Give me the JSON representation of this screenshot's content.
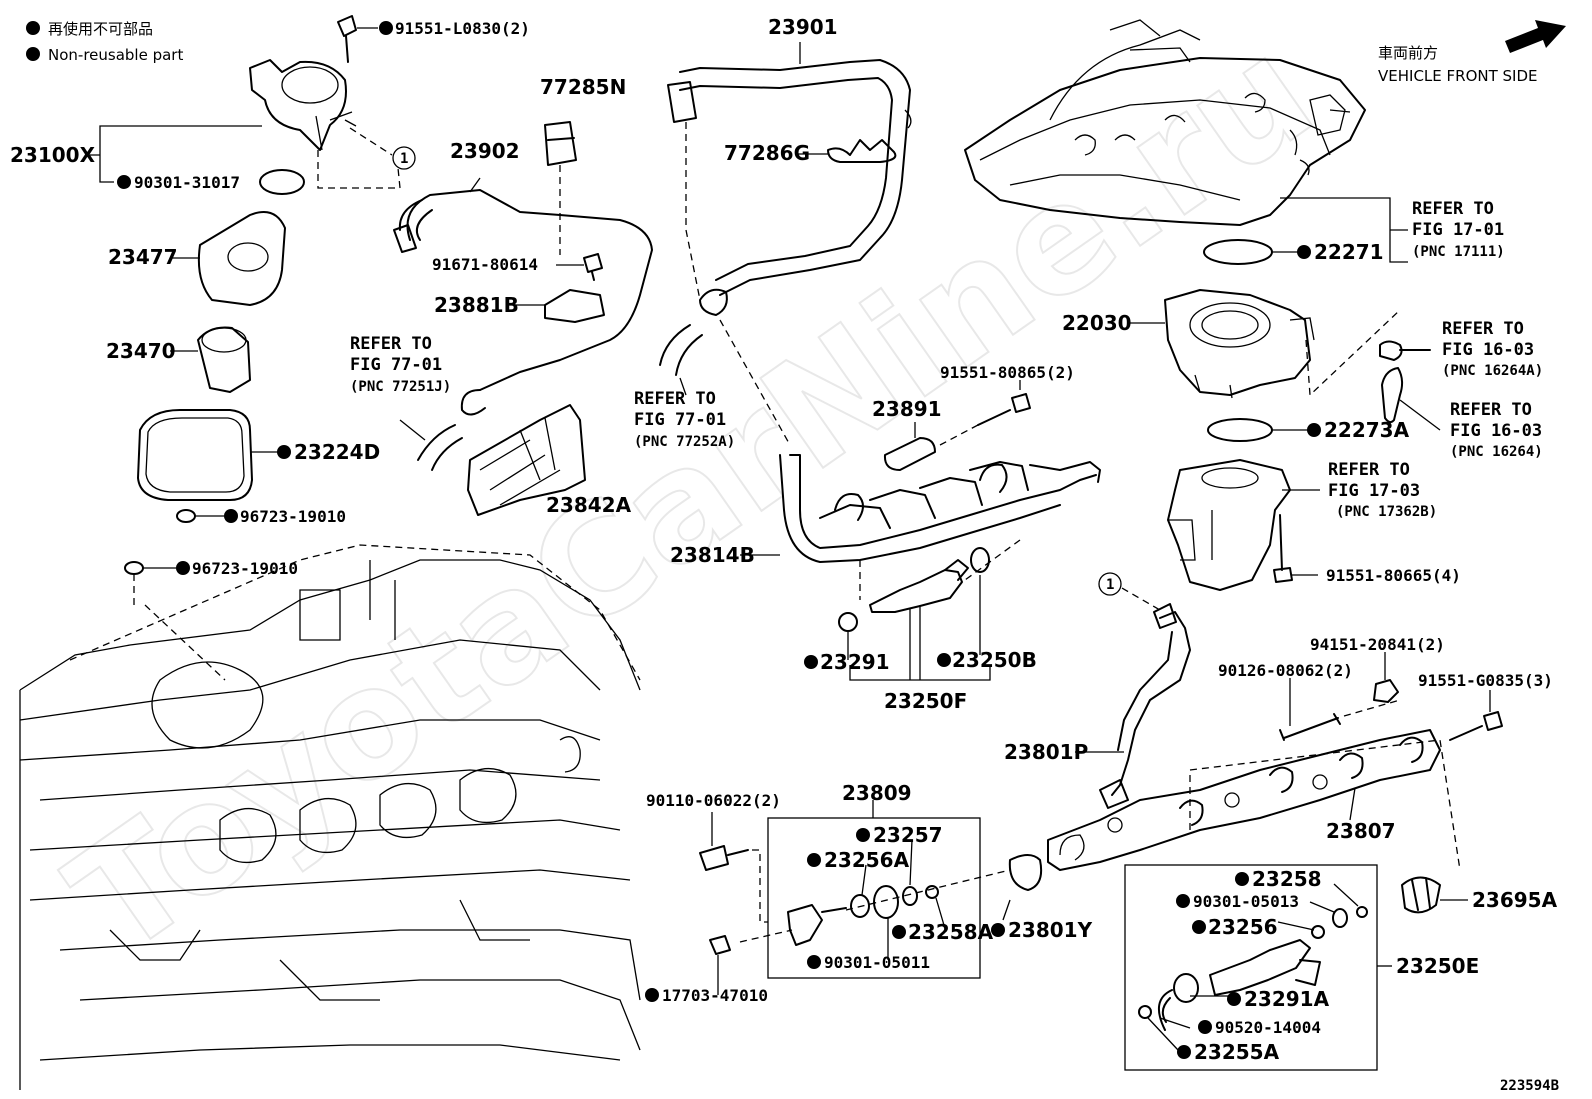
{
  "legend": {
    "items": [
      {
        "text": "再使用不可部品"
      },
      {
        "text": "Non-reusable part"
      }
    ]
  },
  "direction": {
    "jp": "車両前方",
    "en": "VEHICLE FRONT SIDE"
  },
  "watermark": "ToyotaCarNine.ru",
  "illustration_id": "223594B",
  "callouts": {
    "c1a": "1",
    "c1b": "1"
  },
  "parts": {
    "p_91551_L0830": "91551-L0830(2)",
    "p_23100X": "23100X",
    "p_90301_31017": "90301-31017",
    "p_23477": "23477",
    "p_23470": "23470",
    "p_23224D": "23224D",
    "p_96723_19010_a": "96723-19010",
    "p_96723_19010_b": "96723-19010",
    "p_77285N": "77285N",
    "p_23902": "23902",
    "p_91671_80614": "91671-80614",
    "p_23881B": "23881B",
    "p_23842A": "23842A",
    "p_23901": "23901",
    "p_77286G": "77286G",
    "p_91551_80865": "91551-80865(2)",
    "p_23891": "23891",
    "p_23814B": "23814B",
    "p_23291": "23291",
    "p_23250B": "23250B",
    "p_23250F": "23250F",
    "p_22271": "22271",
    "p_22030": "22030",
    "p_22273A": "22273A",
    "p_91551_80665": "91551-80665(4)",
    "p_94151_20841": "94151-20841(2)",
    "p_90126_08062": "90126-08062(2)",
    "p_91551_G0835": "91551-G0835(3)",
    "p_23801P": "23801P",
    "p_23807": "23807",
    "p_23809": "23809",
    "p_90110_06022": "90110-06022(2)",
    "p_23257": "23257",
    "p_23256A": "23256A",
    "p_23258A": "23258A",
    "p_90301_05011": "90301-05011",
    "p_17703_47010": "17703-47010",
    "p_23801Y": "23801Y",
    "p_23258": "23258",
    "p_90301_05013": "90301-05013",
    "p_23256": "23256",
    "p_23291A": "23291A",
    "p_90520_14004": "90520-14004",
    "p_23255A": "23255A",
    "p_23250E": "23250E",
    "p_23695A": "23695A"
  },
  "refers": {
    "r_77_01_j": {
      "l1": "REFER TO",
      "l2": "FIG 77-01",
      "l3": "(PNC 77251J)"
    },
    "r_77_01_a": {
      "l1": "REFER TO",
      "l2": "FIG 77-01",
      "l3": "(PNC 77252A)"
    },
    "r_17_01": {
      "l1": "REFER TO",
      "l2": "FIG 17-01",
      "l3": "(PNC 17111)"
    },
    "r_16_03_a": {
      "l1": "REFER TO",
      "l2": "FIG 16-03",
      "l3": "(PNC 16264A)"
    },
    "r_16_03": {
      "l1": "REFER TO",
      "l2": "FIG 16-03",
      "l3": "(PNC 16264)"
    },
    "r_17_03": {
      "l1": "REFER TO",
      "l2": "FIG 17-03",
      "l3": "(PNC 17362B)"
    }
  }
}
